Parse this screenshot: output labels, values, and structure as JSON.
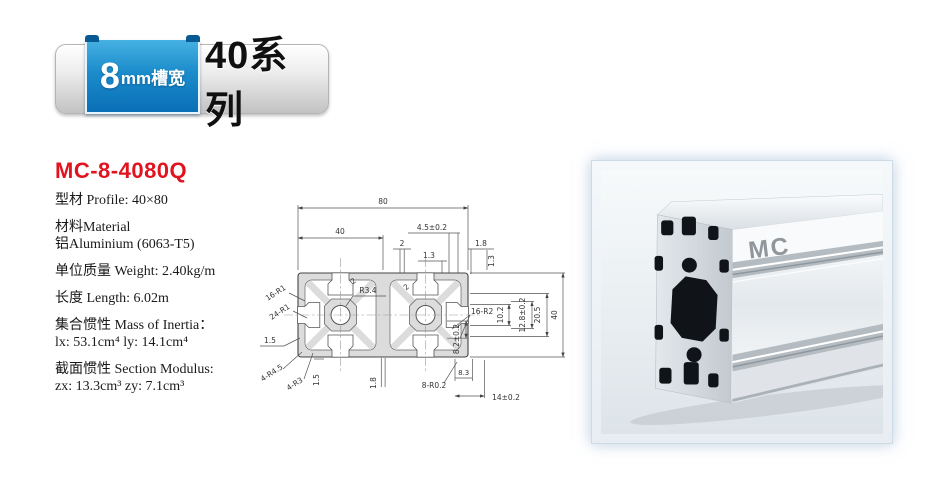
{
  "badge": {
    "slot_number": "8",
    "slot_unit": "mm槽宽",
    "series": "40系列"
  },
  "product": {
    "model": "MC-8-4080Q",
    "profile": "型材 Profile: 40×80",
    "material_line1": "材料Material",
    "material_line2": "铝Aluminium (6063-T5)",
    "weight": "单位质量 Weight: 2.40kg/m",
    "length": "长度 Length: 6.02m",
    "inertia_title": "集合惯性 Mass of Inertia：",
    "inertia_values": "lx: 53.1cm⁴   ly: 14.1cm⁴",
    "modulus_title": "截面惯性 Section Modulus:",
    "modulus_values": "zx: 13.3cm³  zy: 7.1cm³"
  },
  "drawing": {
    "labels": {
      "d80": "80",
      "d40_top": "40",
      "d45": "4.5±0.2",
      "d2_top": "2",
      "d13_top": "1.3",
      "d18_top": "1.8",
      "d13_right": "1.3",
      "r16_r1": "16-R1",
      "r24_r1": "24-R1",
      "r3_4": "R3.4",
      "d2_diag_left": "2",
      "d2_diag_right": "2",
      "r16_r2": "16-R2",
      "d15_left": "1.5",
      "r4_r45": "4-R4.5",
      "r4_r3": "4-R3",
      "d15_bottom": "1.5",
      "d18_bottom": "1.8",
      "r8_r02": "8-R0.2",
      "d83": "8.3",
      "d14": "14±0.2",
      "d82": "8.2±0.2",
      "d102": "10.2",
      "d128": "12.8±0.2",
      "d205": "20.5",
      "d40_right": "40"
    }
  },
  "photo": {
    "brand": "MC"
  },
  "colors": {
    "accent_red": "#e0131f",
    "ribbon_blue": "#1b8ccb"
  }
}
